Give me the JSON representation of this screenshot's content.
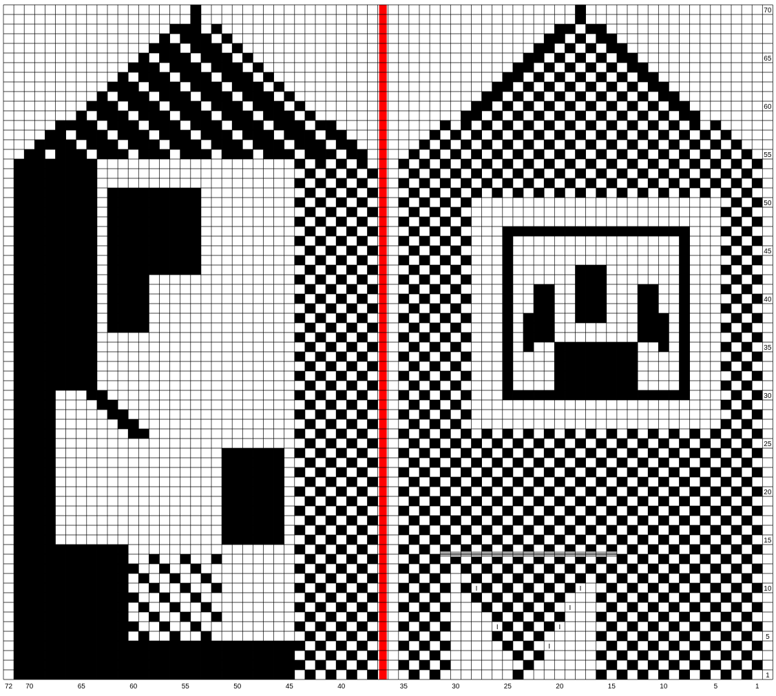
{
  "chart_data": {
    "type": "table",
    "columns_total": 74,
    "rows_total": 70,
    "row_labels": [
      "1",
      "5",
      "10",
      "15",
      "20",
      "25",
      "30",
      "35",
      "40",
      "45",
      "50",
      "55",
      "60",
      "65",
      "70"
    ],
    "column_labels": [
      "72",
      "70",
      "65",
      "60",
      "55",
      "50",
      "45",
      "40",
      "35",
      "30",
      "25",
      "20",
      "15",
      "10",
      "5",
      "1"
    ],
    "colors": {
      "stitch_dark": "#000000",
      "stitch_light": "#ffffff",
      "grid_line": "#000000",
      "center_marker": "#ff0000",
      "thumb_line": "#a6a6a6"
    },
    "thumb_mark_symbol": "I"
  }
}
